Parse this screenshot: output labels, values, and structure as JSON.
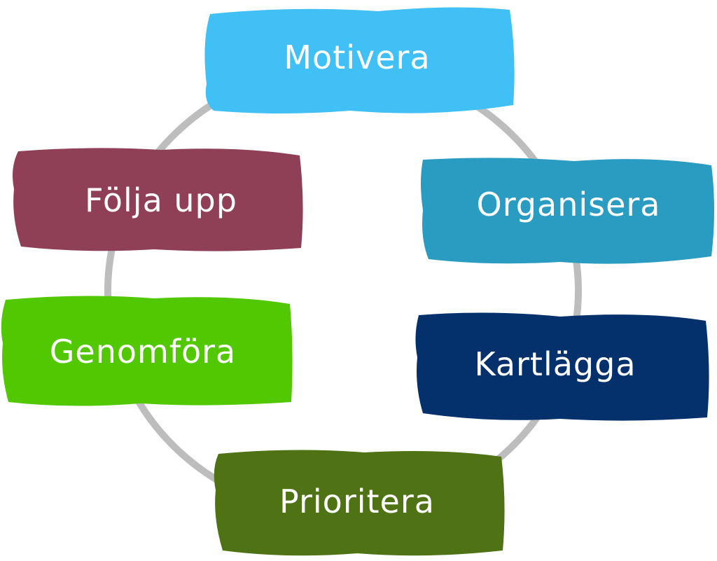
{
  "diagram": {
    "ring_color": "#bdbdbd",
    "steps": [
      {
        "label": "Motivera",
        "color": "#40c0f5"
      },
      {
        "label": "Organisera",
        "color": "#2a9bc1"
      },
      {
        "label": "Kartlägga",
        "color": "#04306b"
      },
      {
        "label": "Prioritera",
        "color": "#4e7214"
      },
      {
        "label": "Genomföra",
        "color": "#52c803"
      },
      {
        "label": "Följa upp",
        "color": "#8f4056"
      }
    ]
  }
}
